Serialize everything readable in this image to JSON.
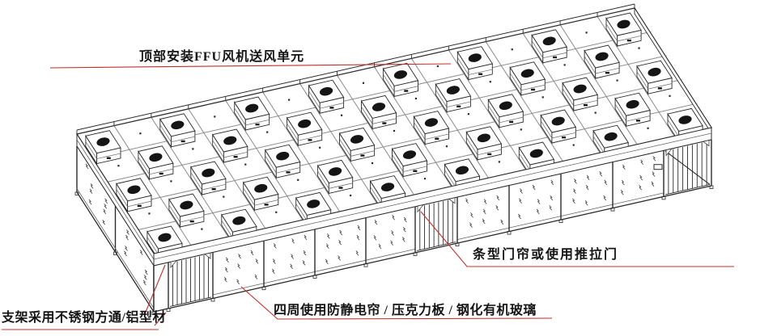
{
  "drawing": {
    "kind": "isometric technical illustration of a clean booth / cleanroom enclosure",
    "background": "#ffffff"
  },
  "annotations": {
    "ffu": {
      "label": "顶部安装FFU风机送风单元"
    },
    "door": {
      "label": "条型门帘或使用推拉门"
    },
    "frame": {
      "label": "支架采用不锈钢方通/铝型材"
    },
    "walls": {
      "label": "四周使用防静电帘 / 压克力板 / 钢化有机玻璃"
    }
  },
  "colors": {
    "annotation_red": "#C0302C",
    "line_main": "#2b2b2b",
    "line_secondary": "#666666",
    "line_light": "#9a9a9a",
    "ffu_inlet": "#151515",
    "text": "#151515",
    "background": "#ffffff"
  },
  "structure": {
    "ffu_grid": {
      "rows": 5,
      "cols": 15,
      "pattern": "checkerboard",
      "unit_count": 38
    },
    "left_wall_panels": 2,
    "front_wall": {
      "panel_bays": 8,
      "doors": 3,
      "door_types": [
        "strip-curtain",
        "strip-curtain",
        "sliding-with-brace"
      ]
    }
  }
}
